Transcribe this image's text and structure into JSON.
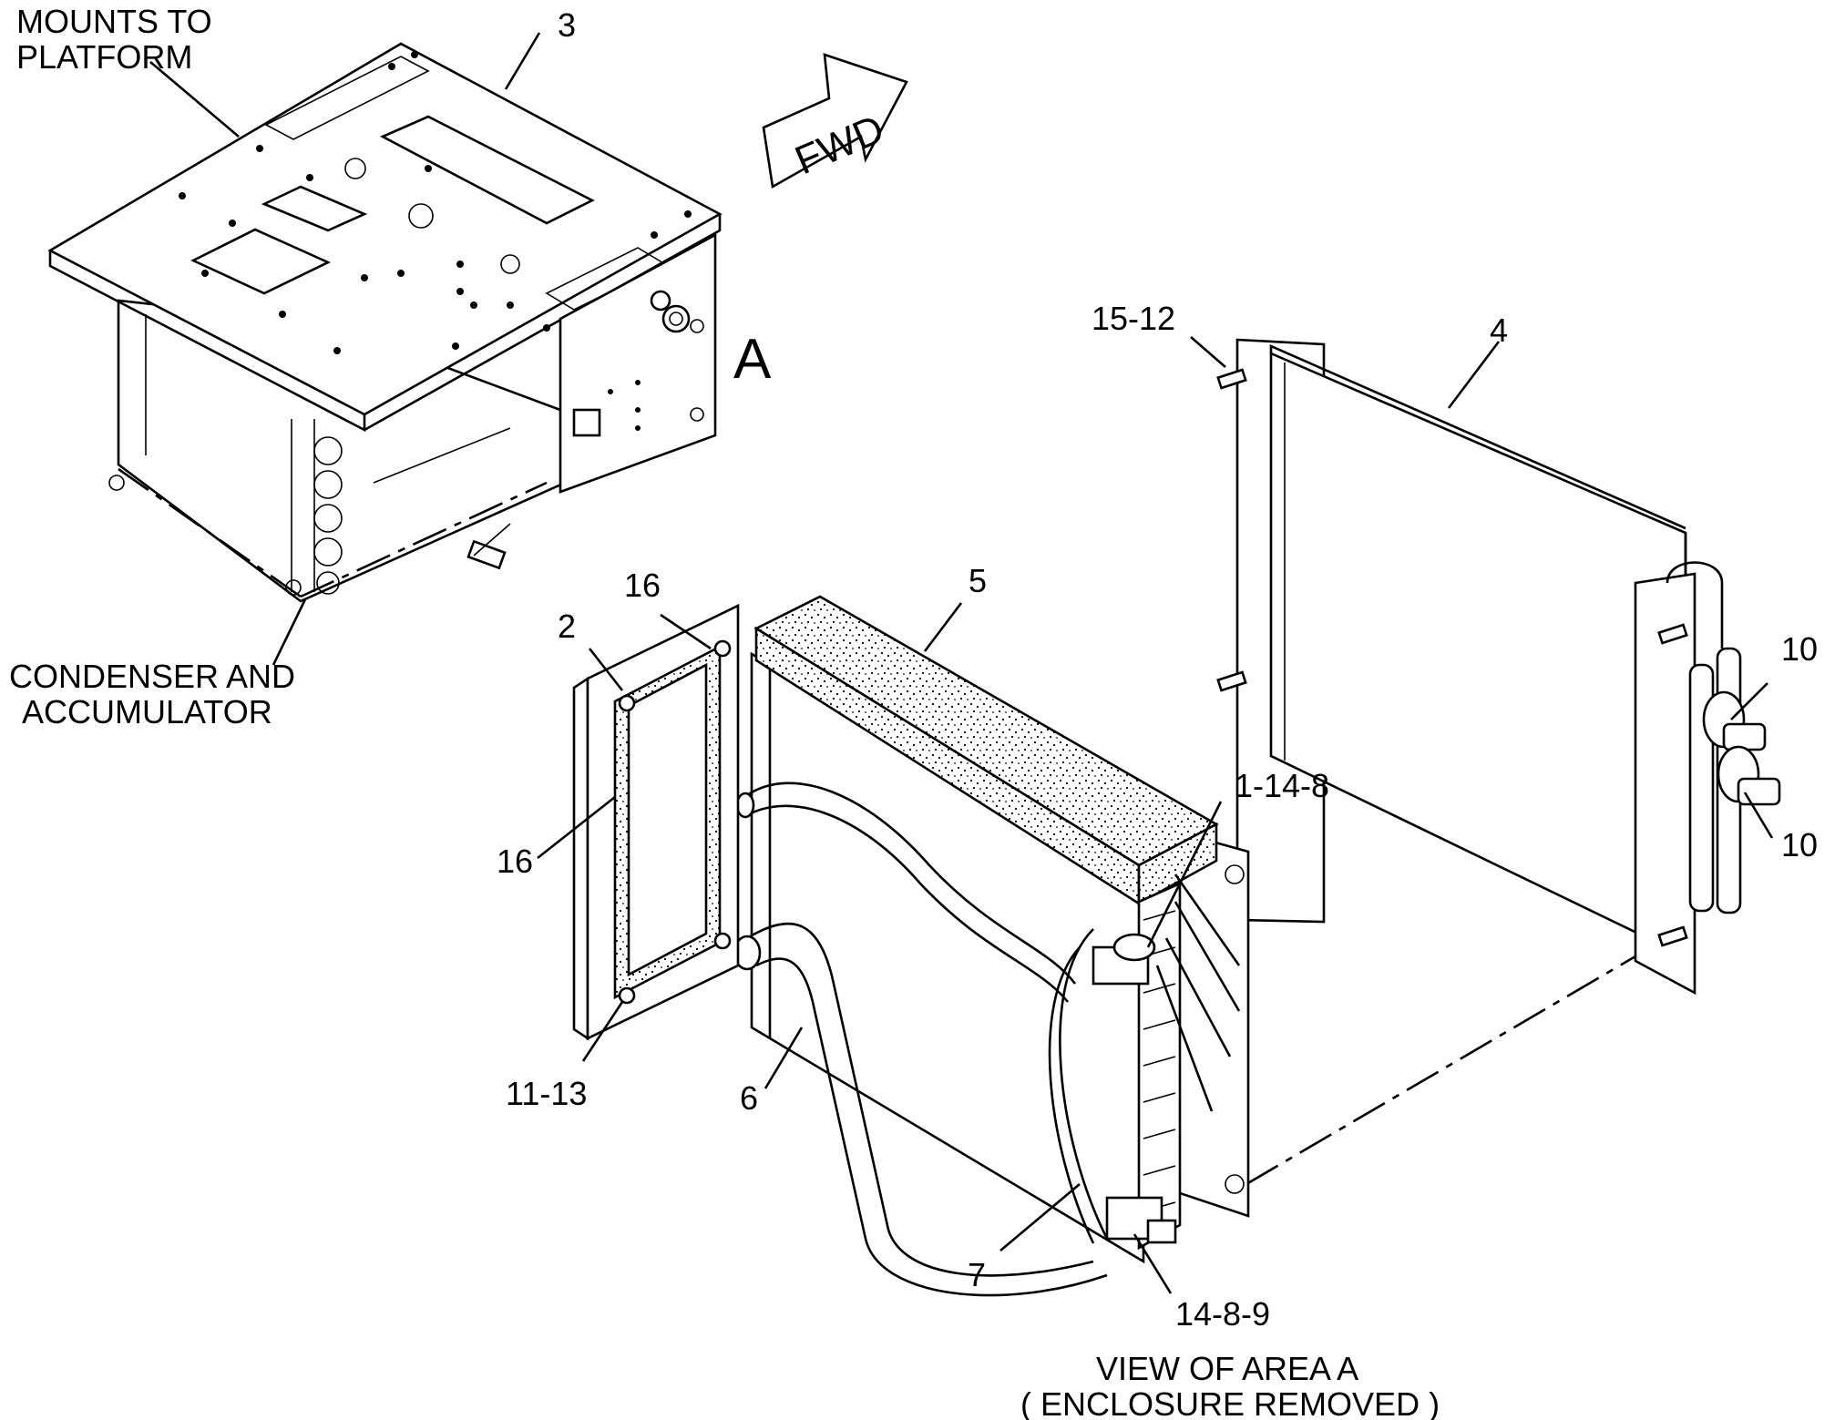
{
  "labels": {
    "mounts_line1": "MOUNTS TO",
    "mounts_line2": "PLATFORM",
    "condenser_line1": "CONDENSER AND",
    "condenser_line2": "ACCUMULATOR",
    "area_a": "A",
    "fwd": "FWD",
    "view_line1": "VIEW OF AREA A",
    "view_line2": "( ENCLOSURE REMOVED )"
  },
  "callouts": {
    "c3": "3",
    "c4": "4",
    "c5": "5",
    "c2": "2",
    "c16a": "16",
    "c16b": "16",
    "c15_12": "15-12",
    "c10a": "10",
    "c10b": "10",
    "c1_14_8": "1-14-8",
    "c11_13": "11-13",
    "c6": "6",
    "c7": "7",
    "c14_8_9": "14-8-9"
  }
}
